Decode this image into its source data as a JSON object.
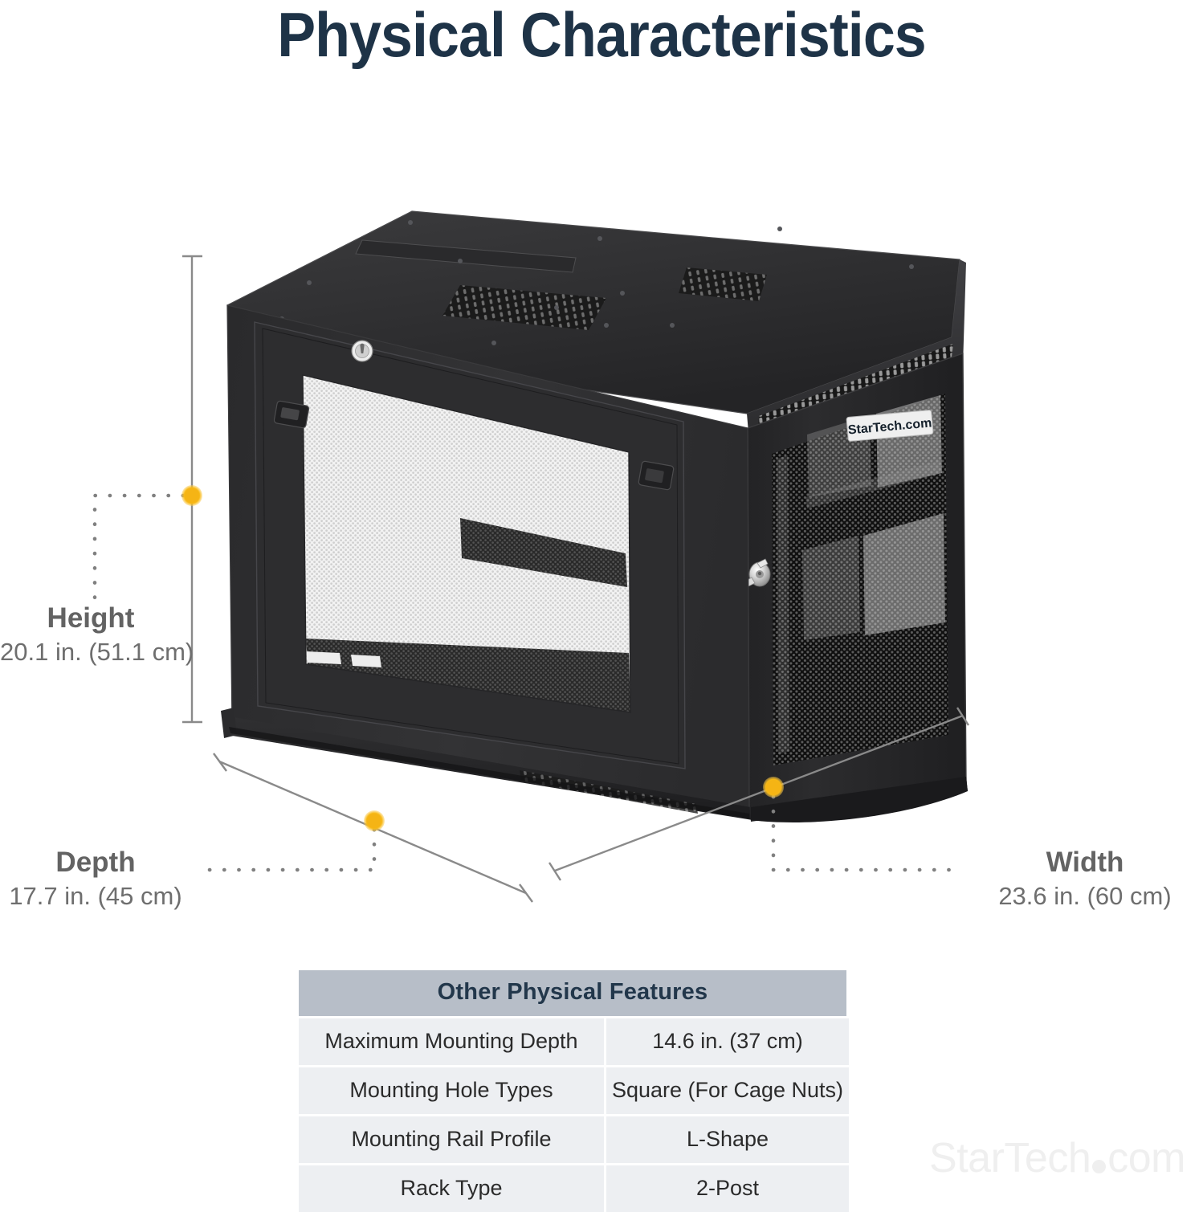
{
  "page": {
    "title": "Physical Characteristics",
    "watermark": "StarTech.com",
    "background_color": "#FFFFFF",
    "title_color": "#1E3347"
  },
  "product": {
    "name": "wall-mount server rack cabinet",
    "brand_badge": "StarTech.com",
    "body_color": "#2F2F31"
  },
  "dimensions": {
    "marker_color": "#F5B415",
    "line_color": "#808080",
    "items": [
      {
        "id": "height",
        "label": "Height",
        "value": "20.1 in. (51.1 cm)"
      },
      {
        "id": "depth",
        "label": "Depth",
        "value": "17.7 in. (45 cm)"
      },
      {
        "id": "width",
        "label": "Width",
        "value": "23.6 in. (60 cm)"
      }
    ]
  },
  "table": {
    "header": "Other Physical Features",
    "header_bg": "#B7BEC8",
    "row_bg": "#EDEFF2",
    "rows": [
      {
        "key": "Maximum Mounting Depth",
        "value": "14.6 in. (37 cm)"
      },
      {
        "key": "Mounting Hole Types",
        "value": "Square (For Cage Nuts)"
      },
      {
        "key": "Mounting Rail Profile",
        "value": "L-Shape"
      },
      {
        "key": "Rack Type",
        "value": "2-Post"
      }
    ]
  }
}
